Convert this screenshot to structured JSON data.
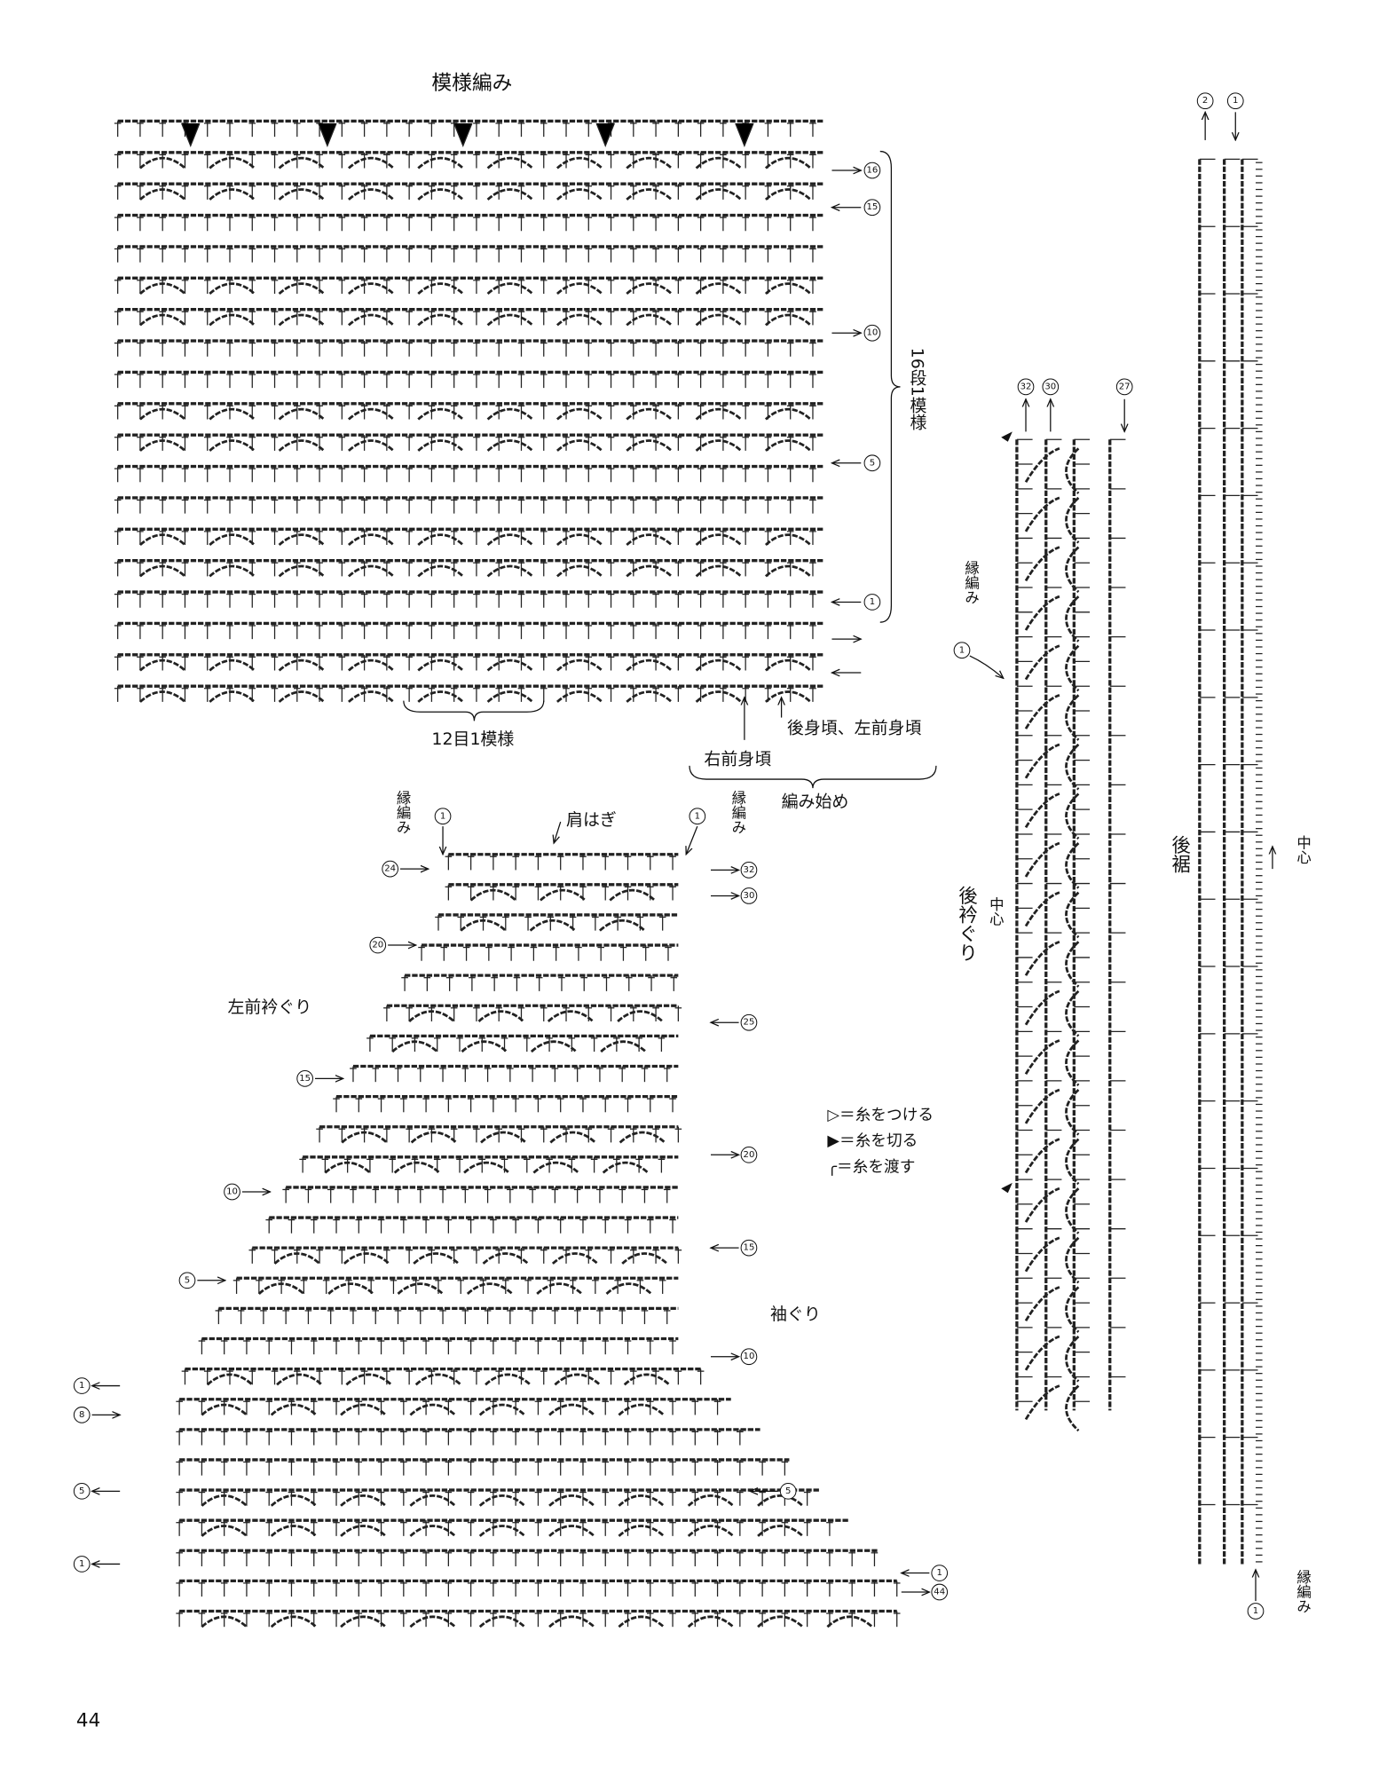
{
  "pattern": {
    "title": "模様編み",
    "repeat_rows": "16段1模様",
    "repeat_stitches": "12目1模様",
    "back_left_front": "後身頃、左前身頃",
    "right_front": "右前身頃",
    "start": "編み始め",
    "row_markers": [
      "16",
      "15",
      "10",
      "5",
      "1"
    ]
  },
  "left_front": {
    "edging": "縁編み",
    "shoulder_seam": "肩はぎ",
    "neckline": "左前衿ぐり",
    "armhole": "袖ぐり",
    "start_marker": "1",
    "left_markers": [
      "24",
      "20",
      "15",
      "10",
      "5",
      "1",
      "8",
      "5",
      "1"
    ],
    "right_markers": [
      "32",
      "30",
      "25",
      "20",
      "15",
      "10",
      "5",
      "1",
      "44"
    ]
  },
  "legend": {
    "attach": "▷＝糸をつける",
    "cut": "▶＝糸を切る",
    "carry": "╭＝糸を渡す"
  },
  "back_neck": {
    "label": "後衿ぐり",
    "center": "中心",
    "edging": "縁編み",
    "markers": [
      "32",
      "30",
      "27"
    ],
    "edging_marker": "1"
  },
  "back_hem": {
    "label": "後裾",
    "center": "中心",
    "edging": "縁編み",
    "markers": [
      "2",
      "1"
    ],
    "edging_marker": "1"
  },
  "page_number": "44"
}
